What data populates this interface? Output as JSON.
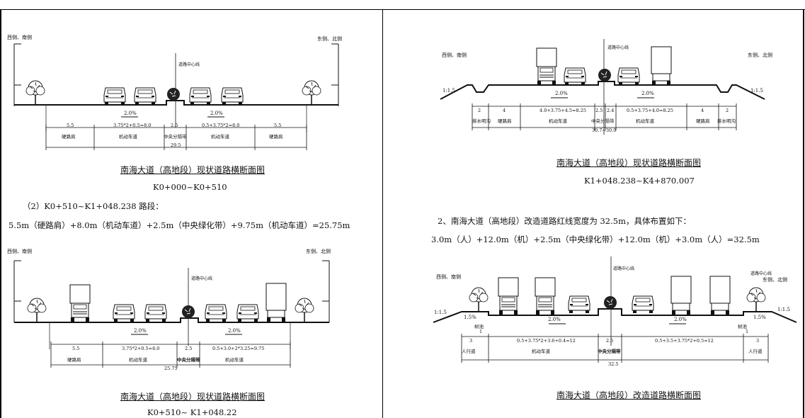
{
  "fig1": {
    "west": "西侧、南侧",
    "east": "东侧、北侧",
    "center": "道路中心线",
    "slope_l": "2.0%",
    "slope_r": "2.0%",
    "dims": [
      "5.5",
      "3.75*2+0.5=8.0",
      "2.5",
      "0.5+3.75*2=8.0",
      "5.5"
    ],
    "labels": [
      "硬路肩",
      "机动车道",
      "中央分隔带",
      "机动车道",
      "硬路肩"
    ],
    "total": "29.5",
    "caption": "南海大道（高地段）现状道路横断面图",
    "range": "K0+000~K0+510"
  },
  "para1": "（2）K0+510~K1+048.238 路段：",
  "para2": "5.5m（硬路肩）+8.0m（机动车道）+2.5m（中央绿化带）+9.75m（机动车道）=25.75m",
  "fig2": {
    "west": "西侧、南侧",
    "east": "东侧、北侧",
    "center": "道路中心线",
    "slope_l": "2.0%",
    "slope_r": "2.0%",
    "dims": [
      "5.5",
      "3.75*2+0.5=8.0",
      "2.5",
      "0.5+3.0+2*3.25=9.75"
    ],
    "labels": [
      "硬路肩",
      "机动车道",
      "中央分隔带",
      "机动车道"
    ],
    "total": "25.75",
    "caption": "南海大道（高地段）现状道路横断面图",
    "range": "K0+510~ K1+048.22"
  },
  "fig3": {
    "west": "西侧、南侧",
    "east": "东侧、北侧",
    "center": "道路中心线",
    "slope_l": "2.0%",
    "slope_r": "2.0%",
    "bank_l": "1:1.5",
    "bank_r": "1:1.5",
    "dims": [
      "2",
      "4",
      "4.0+3.75+4.5=8.25",
      "2.5",
      "2.4",
      "0.5+3.75+4.0=8.25",
      "4",
      "2"
    ],
    "labels": [
      "排水明沟",
      "硬路肩",
      "机动车道",
      "中央分隔带",
      "机动车道",
      "硬路肩",
      "排水明沟"
    ],
    "total": "30.7~30.9",
    "caption": "南海大道（高地段）现状道路横断面图",
    "range": "K1+048.238~K4+870.007"
  },
  "para3": "2、南海大道（高地段）改造道路红线宽度为 32.5m，具体布置如下：",
  "para4": "3.0m（人）+12.0m（机）+2.5m（中央绿化带）+12.0m（机）+3.0m（人）=32.5m",
  "fig4": {
    "west": "西侧、南侧",
    "east": "东侧、北侧",
    "center": "道路中心线",
    "slope_l": "2.0%",
    "slope_r": "2.0%",
    "side_l": "1.5%",
    "side_r": "1.5%",
    "tree_l": "树池",
    "tree_r": "树池",
    "bank_l": "1:1.5",
    "bank_r": "1:1.5",
    "pool": "1",
    "dims": [
      "3",
      "0.5+3.75*2+3.6+0.4=12",
      "2.5",
      "0.5+3.5+3.75*2+0.5=12",
      "3"
    ],
    "labels": [
      "人行道",
      "机动车道",
      "中央分隔带",
      "人行道"
    ],
    "total": "32.5",
    "caption": "南海大道（高地段）改造道路横断面图"
  }
}
